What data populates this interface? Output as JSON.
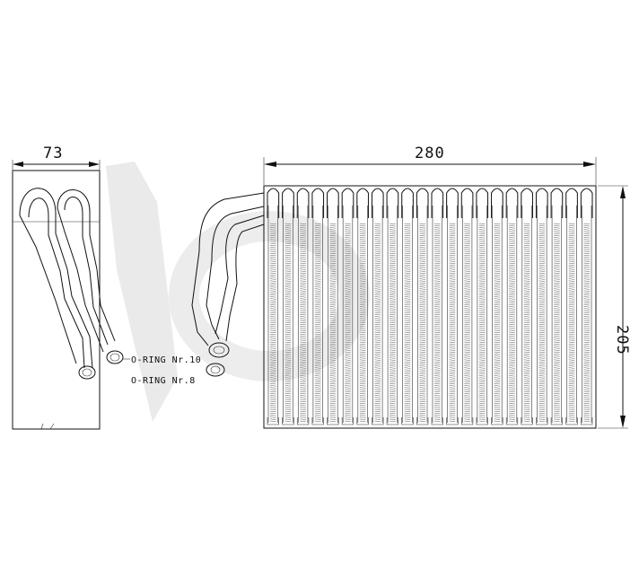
{
  "diagram": {
    "dimensions": {
      "side_width": "73",
      "core_width": "280",
      "core_height": "205"
    },
    "labels": {
      "oring_large": "O-RING Nr.10",
      "oring_small": "O-RING Nr.8"
    },
    "colors": {
      "ink": "#111111",
      "watermark": "#d9d9d9",
      "background": "#ffffff"
    },
    "core": {
      "tube_count": 22
    }
  }
}
